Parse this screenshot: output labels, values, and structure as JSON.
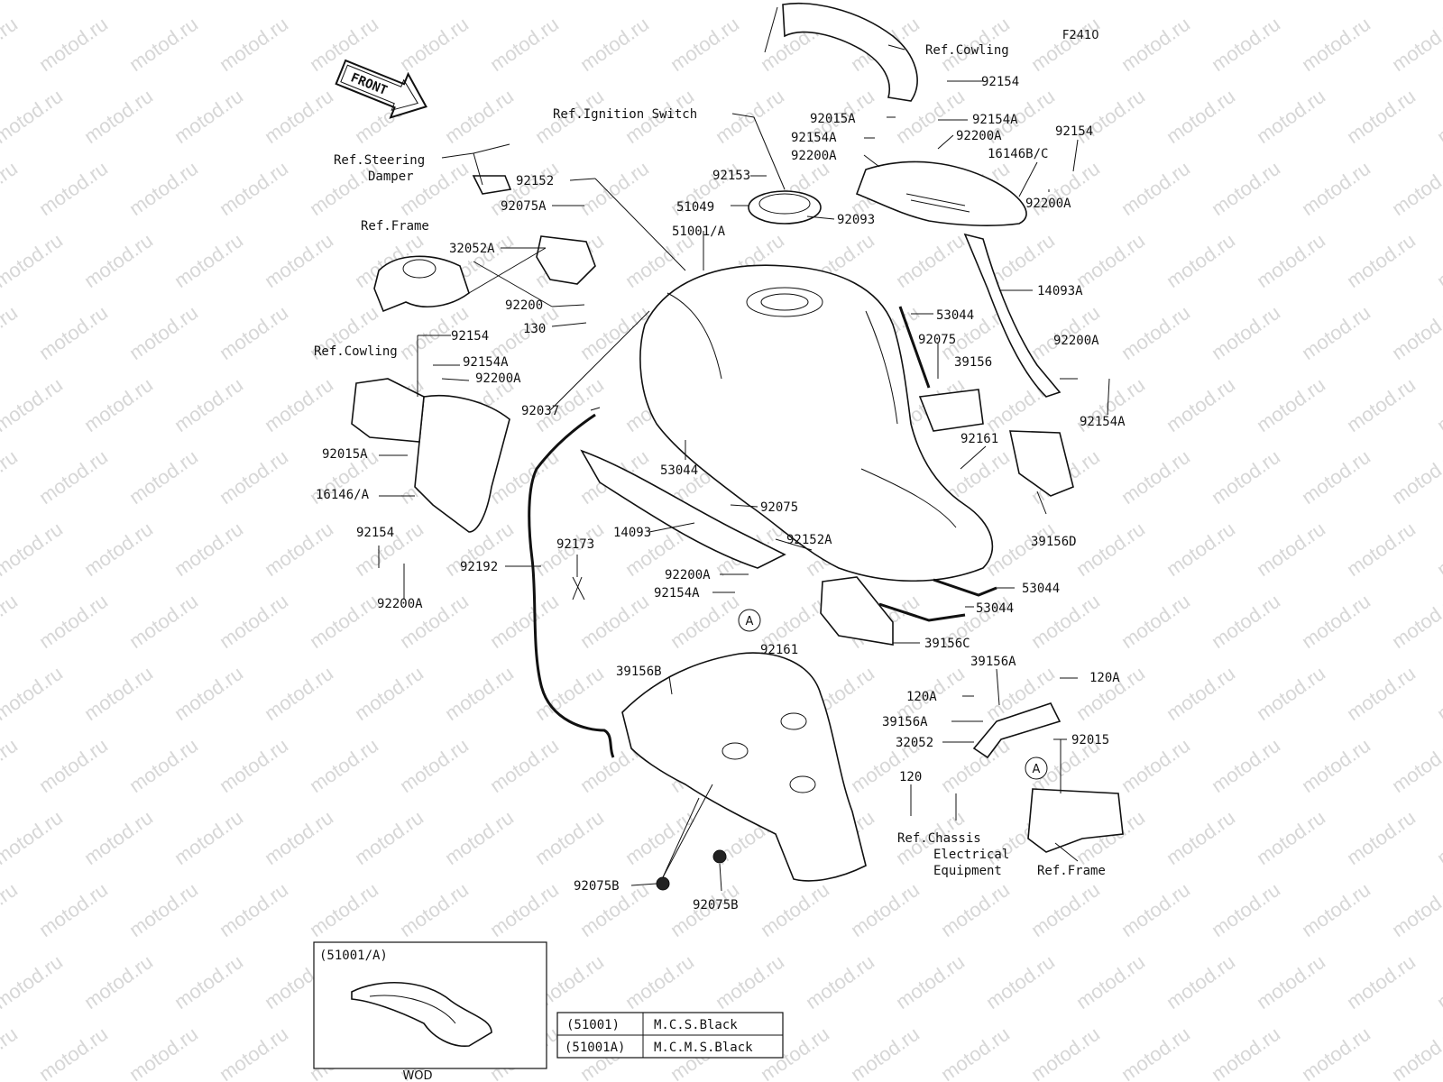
{
  "figure_code": "F2410",
  "front_arrow": "FRONT",
  "watermark": "motod.ru",
  "labels": {
    "ref_cowling_top": "Ref.Cowling",
    "p92154_top": "92154",
    "ref_ignition": "Ref.Ignition Switch",
    "p92015A_top": "92015A",
    "p92154A_top1": "92154A",
    "p92154A_top2": "92154A",
    "p92154_right": "92154",
    "p92200A_top1": "92200A",
    "p92200A_top2": "92200A",
    "p16146BC": "16146B/C",
    "p92200A_right": "92200A",
    "ref_steering_1": "Ref.Steering",
    "ref_steering_2": "Damper",
    "p92152": "92152",
    "p92153": "92153",
    "p92075A": "92075A",
    "p51049": "51049",
    "p51001A": "51001/A",
    "p92093": "92093",
    "ref_frame_left": "Ref.Frame",
    "p32052A": "32052A",
    "p92200": "92200",
    "p130": "130",
    "p14093A": "14093A",
    "p53044_top": "53044",
    "p92075_right": "92075",
    "p39156": "39156",
    "p92200A_r2": "92200A",
    "p92154A_r2": "92154A",
    "p92154_left": "92154",
    "ref_cowling_left": "Ref.Cowling",
    "p92154A_left": "92154A",
    "p92200A_left": "92200A",
    "p92037": "92037",
    "p92015A_left": "92015A",
    "p16146A": "16146/A",
    "p53044_mid": "53044",
    "p92161_top": "92161",
    "p92075_mid": "92075",
    "p14093": "14093",
    "p92152A": "92152A",
    "p39156D": "39156D",
    "p92154_bl": "92154",
    "p92192": "92192",
    "p92173": "92173",
    "p92200A_mid": "92200A",
    "p92154A_mid": "92154A",
    "p53044_r1": "53044",
    "p53044_r2": "53044",
    "p92200A_bl": "92200A",
    "circle_a": "A",
    "p92161_bottom": "92161",
    "p39156C": "39156C",
    "p39156B": "39156B",
    "p39156A_1": "39156A",
    "p120A_1": "120A",
    "p120A_2": "120A",
    "p39156A_2": "39156A",
    "p32052": "32052",
    "p92015": "92015",
    "p120": "120",
    "ref_chassis_1": "Ref.Chassis",
    "ref_chassis_2": "Electrical",
    "ref_chassis_3": "Equipment",
    "ref_frame_right": "Ref.Frame",
    "p92075B_1": "92075B",
    "p92075B_2": "92075B"
  },
  "inset": {
    "title": "(51001/A)",
    "caption": "WOD"
  },
  "legend_table": [
    {
      "code": "(51001)",
      "color": "M.C.S.Black"
    },
    {
      "code": "(51001A)",
      "color": "M.C.M.S.Black"
    }
  ]
}
